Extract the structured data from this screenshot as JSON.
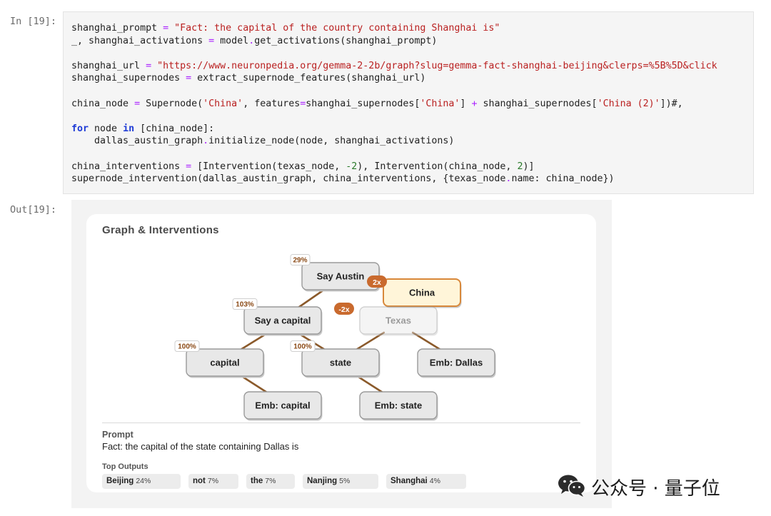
{
  "input_prompt": "In [19]:",
  "output_prompt": "Out[19]:",
  "code_lines": [
    [
      {
        "t": "shanghai_prompt "
      },
      {
        "t": "=",
        "c": "op"
      },
      {
        "t": " "
      },
      {
        "t": "\"Fact: the capital of the country containing Shanghai is\"",
        "c": "str"
      }
    ],
    [
      {
        "t": "_, shanghai_activations "
      },
      {
        "t": "=",
        "c": "op"
      },
      {
        "t": " model"
      },
      {
        "t": ".",
        "c": "op"
      },
      {
        "t": "get_activations(shanghai_prompt)"
      }
    ],
    [
      {
        "t": ""
      }
    ],
    [
      {
        "t": "shanghai_url "
      },
      {
        "t": "=",
        "c": "op"
      },
      {
        "t": " "
      },
      {
        "t": "\"https://www.neuronpedia.org/gemma-2-2b/graph?slug=gemma-fact-shanghai-beijing&clerps=%5B%5D&click",
        "c": "str"
      }
    ],
    [
      {
        "t": "shanghai_supernodes "
      },
      {
        "t": "=",
        "c": "op"
      },
      {
        "t": " extract_supernode_features(shanghai_url)"
      }
    ],
    [
      {
        "t": ""
      }
    ],
    [
      {
        "t": "china_node "
      },
      {
        "t": "=",
        "c": "op"
      },
      {
        "t": " Supernode("
      },
      {
        "t": "'China'",
        "c": "str"
      },
      {
        "t": ", features"
      },
      {
        "t": "=",
        "c": "op"
      },
      {
        "t": "shanghai_supernodes["
      },
      {
        "t": "'China'",
        "c": "str"
      },
      {
        "t": "] "
      },
      {
        "t": "+",
        "c": "op"
      },
      {
        "t": " shanghai_supernodes["
      },
      {
        "t": "'China (2)'",
        "c": "str"
      },
      {
        "t": "])#,"
      }
    ],
    [
      {
        "t": ""
      }
    ],
    [
      {
        "t": "for",
        "c": "kw"
      },
      {
        "t": " node "
      },
      {
        "t": "in",
        "c": "kw"
      },
      {
        "t": " [china_node]:"
      }
    ],
    [
      {
        "t": "    dallas_austin_graph"
      },
      {
        "t": ".",
        "c": "op"
      },
      {
        "t": "initialize_node(node, shanghai_activations)"
      }
    ],
    [
      {
        "t": ""
      }
    ],
    [
      {
        "t": "china_interventions "
      },
      {
        "t": "=",
        "c": "op"
      },
      {
        "t": " [Intervention(texas_node, "
      },
      {
        "t": "-2",
        "c": "num"
      },
      {
        "t": "), Intervention(china_node, "
      },
      {
        "t": "2",
        "c": "num"
      },
      {
        "t": ")]"
      }
    ],
    [
      {
        "t": "supernode_intervention(dallas_austin_graph, china_interventions, {texas_node"
      },
      {
        "t": ".",
        "c": "op"
      },
      {
        "t": "name: china_node})"
      }
    ]
  ],
  "panel": {
    "title": "Graph & Interventions",
    "nodes": [
      {
        "id": "say_austin",
        "label": "Say Austin",
        "badge": "29%",
        "style": "normal"
      },
      {
        "id": "china",
        "label": "China",
        "badge": "2x",
        "style": "highlight"
      },
      {
        "id": "say_capital",
        "label": "Say a capital",
        "badge": "103%",
        "style": "normal"
      },
      {
        "id": "texas",
        "label": "Texas",
        "badge": "-2x",
        "style": "faded"
      },
      {
        "id": "capital",
        "label": "capital",
        "badge": "100%",
        "style": "normal"
      },
      {
        "id": "state",
        "label": "state",
        "badge": "100%",
        "style": "normal"
      },
      {
        "id": "emb_dallas",
        "label": "Emb: Dallas",
        "badge": "",
        "style": "normal"
      },
      {
        "id": "emb_capital",
        "label": "Emb: capital",
        "badge": "",
        "style": "normal"
      },
      {
        "id": "emb_state",
        "label": "Emb: state",
        "badge": "",
        "style": "normal"
      }
    ],
    "edges": [
      [
        "say_capital",
        "say_austin"
      ],
      [
        "capital",
        "say_capital"
      ],
      [
        "state",
        "say_capital"
      ],
      [
        "state",
        "texas"
      ],
      [
        "emb_dallas",
        "texas"
      ],
      [
        "emb_capital",
        "capital"
      ],
      [
        "emb_state",
        "state"
      ]
    ],
    "prompt_label": "Prompt",
    "prompt_text": "Fact: the capital of the state containing Dallas is",
    "top_outputs_label": "Top Outputs",
    "top_outputs": [
      {
        "token": "Beijing",
        "pct": "24%"
      },
      {
        "token": "not",
        "pct": "7%"
      },
      {
        "token": "the",
        "pct": "7%"
      },
      {
        "token": "Nanjing",
        "pct": "5%"
      },
      {
        "token": "Shanghai",
        "pct": "4%"
      }
    ]
  },
  "colors": {
    "edge": "#8b5a2b",
    "node_fill": "#e8e8e8",
    "node_stroke": "#9a9a9a",
    "highlight_fill": "#fff5d9",
    "highlight_stroke": "#d8883a",
    "intervention_badge": "#c96a2e",
    "pct_badge_text": "#8b4a16"
  },
  "watermark": {
    "icon": "wechat-icon",
    "text": "公众号 · 量子位"
  }
}
